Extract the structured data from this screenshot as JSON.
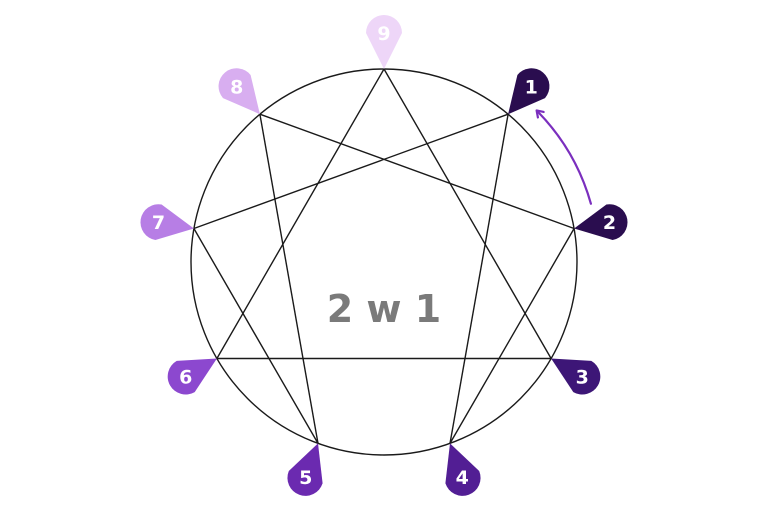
{
  "center_label": "2 w 1",
  "types": [
    {
      "number": "1",
      "color": "#2a0d4f"
    },
    {
      "number": "2",
      "color": "#2a0d4f"
    },
    {
      "number": "3",
      "color": "#3d1677"
    },
    {
      "number": "4",
      "color": "#521e94"
    },
    {
      "number": "5",
      "color": "#6b2ab0"
    },
    {
      "number": "6",
      "color": "#8c48cf"
    },
    {
      "number": "7",
      "color": "#b77ee5"
    },
    {
      "number": "8",
      "color": "#d8aef0"
    },
    {
      "number": "9",
      "color": "#eed6f8"
    }
  ],
  "connections": {
    "triangle": [
      "3",
      "6",
      "9"
    ],
    "hexad": [
      "1",
      "4",
      "2",
      "8",
      "5",
      "7"
    ]
  },
  "wing_arrow": {
    "from": "2",
    "to": "1",
    "color": "#7b2fbe"
  },
  "colors": {
    "lines": "#1a1a1a",
    "center_text": "#7a7a7a",
    "pin_text": "#ffffff"
  }
}
